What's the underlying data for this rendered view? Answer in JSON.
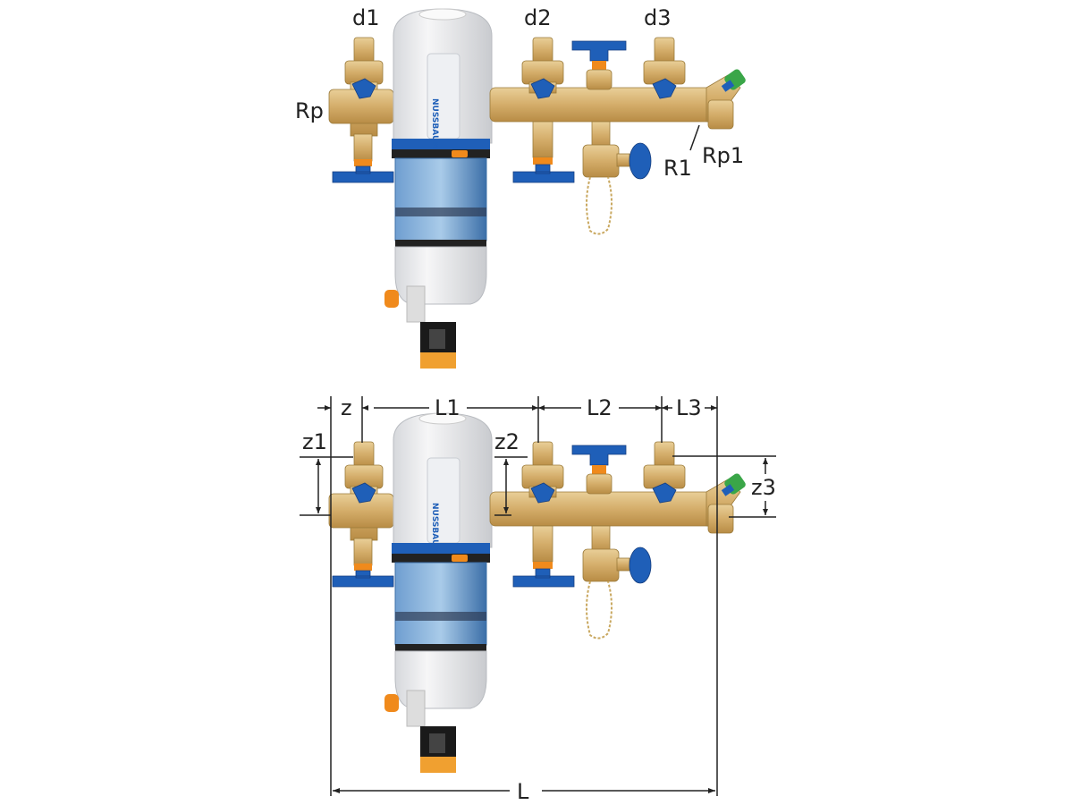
{
  "figure": {
    "brand_logo": "NUSSBAUM",
    "top_view": {
      "labels": {
        "d1": "d1",
        "d2": "d2",
        "d3": "d3",
        "rp": "Rp",
        "r1": "R1",
        "rp1": "Rp1"
      }
    },
    "bottom_view": {
      "dimensions": {
        "z": "z",
        "l1": "L1",
        "l2": "L2",
        "l3": "L3",
        "z1": "z1",
        "z2": "z2",
        "z3": "z3",
        "l": "L"
      }
    },
    "colors": {
      "brass": "#d4ad6a",
      "handle_blue": "#1f5fb8",
      "accent_orange": "#f08a1c",
      "cap_green": "#3aa648",
      "filter_white": "#ececee"
    }
  }
}
